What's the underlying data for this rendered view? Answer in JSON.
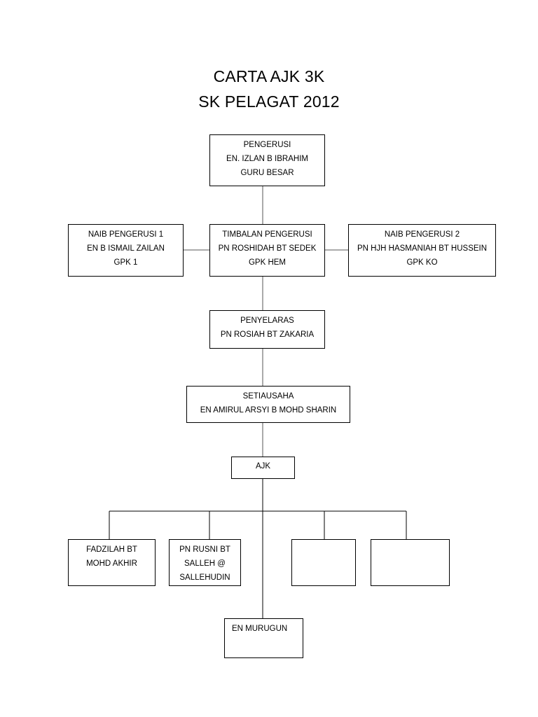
{
  "title": {
    "line1": "CARTA AJK 3K",
    "line2": "SK PELAGAT 2012"
  },
  "nodes": {
    "pengerusi": [
      "PENGERUSI",
      "EN. IZLAN B IBRAHIM",
      "GURU BESAR"
    ],
    "naib_pengerusi_1": [
      "NAIB PENGERUSI 1",
      "EN B ISMAIL ZAILAN",
      "GPK 1"
    ],
    "timbalan_pengerusi": [
      "TIMBALAN PENGERUSI",
      "PN ROSHIDAH BT SEDEK",
      "GPK HEM"
    ],
    "naib_pengerusi_2": [
      "NAIB PENGERUSI 2",
      "PN HJH HASMANIAH BT HUSSEIN",
      "GPK KO"
    ],
    "penyelaras": [
      "PENYELARAS",
      "PN ROSIAH BT ZAKARIA"
    ],
    "setiausaha": [
      "SETIAUSAHA",
      "EN AMIRUL ARSYI B MOHD SHARIN"
    ],
    "ajk": [
      "AJK"
    ],
    "member_1": [
      "FADZILAH BT",
      "MOHD AKHIR"
    ],
    "member_2": [
      "PN RUSNI BT",
      "SALLEH @",
      "SALLEHUDIN"
    ],
    "member_3": [],
    "member_4": [],
    "member_5": [
      "EN MURUGUN"
    ]
  },
  "colors": {
    "line": "#000000",
    "connector": "#555555",
    "background": "#ffffff"
  }
}
